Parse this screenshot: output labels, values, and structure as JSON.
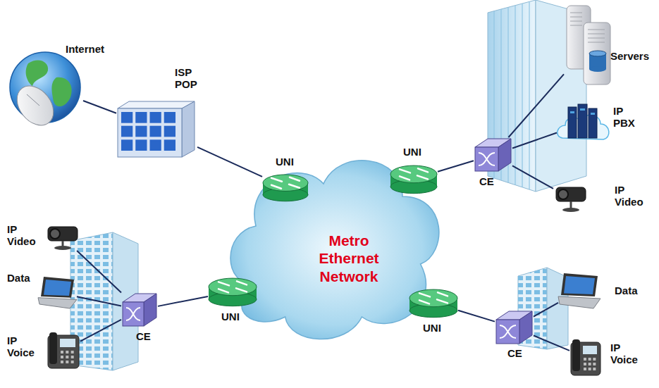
{
  "diagram": {
    "nodes": [
      {
        "text": [
          "Internet"
        ]
      },
      {
        "text": [
          "ISP POP"
        ]
      },
      {
        "text": [
          "Metro Ethernet Network"
        ]
      },
      {
        "text": [
          "UNI"
        ]
      },
      {
        "text": [
          "UNI"
        ]
      },
      {
        "text": [
          "Servers"
        ]
      },
      {
        "text": [
          "IP PBX"
        ]
      },
      {
        "text": [
          "CE"
        ]
      },
      {
        "text": [
          "IP Video"
        ]
      },
      {
        "text": [
          "IP Video"
        ]
      },
      {
        "text": [
          "Data"
        ]
      },
      {
        "text": [
          "IP Voice"
        ]
      },
      {
        "text": [
          "CE"
        ]
      },
      {
        "text": [
          "UNI"
        ]
      },
      {
        "text": [
          "UNI"
        ]
      },
      {
        "text": [
          "CE"
        ]
      },
      {
        "text": [
          "Data"
        ]
      },
      {
        "text": [
          "IP Voice"
        ]
      }
    ],
    "edges": [
      {
        "from": 0,
        "to": 1,
        "arrow": "none"
      },
      {
        "from": 1,
        "to": 3,
        "arrow": "none"
      },
      {
        "from": 4,
        "to": 7,
        "arrow": "none"
      },
      {
        "from": 7,
        "to": 5,
        "arrow": "none"
      },
      {
        "from": 7,
        "to": 6,
        "arrow": "none"
      },
      {
        "from": 7,
        "to": 8,
        "arrow": "none"
      },
      {
        "from": 13,
        "to": 12,
        "arrow": "none"
      },
      {
        "from": 12,
        "to": 9,
        "arrow": "none"
      },
      {
        "from": 12,
        "to": 10,
        "arrow": "none"
      },
      {
        "from": 12,
        "to": 11,
        "arrow": "none"
      },
      {
        "from": 14,
        "to": 15,
        "arrow": "none"
      },
      {
        "from": 15,
        "to": 16,
        "arrow": "none"
      },
      {
        "from": 15,
        "to": 17,
        "arrow": "none"
      }
    ]
  }
}
